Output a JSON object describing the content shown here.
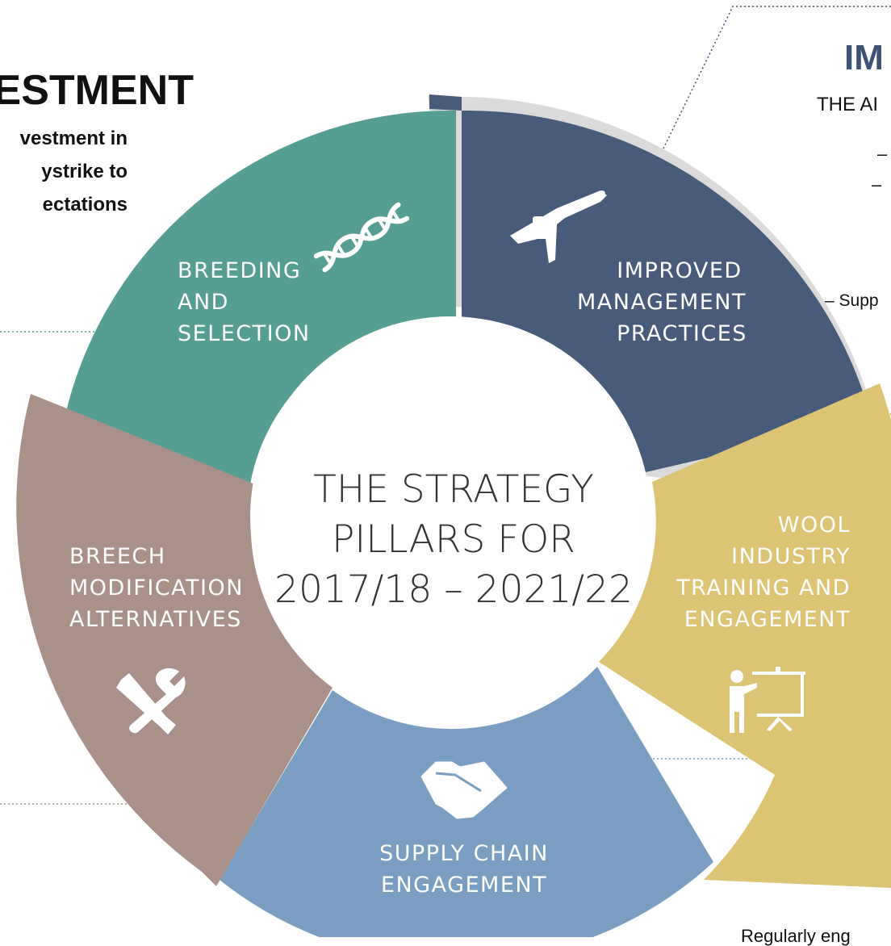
{
  "left_heading": {
    "title": "VESTMENT",
    "lines": [
      "vestment in",
      "ystrike to",
      "ectations"
    ]
  },
  "right_heading": {
    "title": "IM",
    "subtitle": "THE AI",
    "bullets": [
      "–",
      "–"
    ],
    "support_text": "– Supp"
  },
  "bottom_note": "Regularly eng",
  "center": {
    "lines": [
      "THE STRATEGY",
      "PILLARS FOR",
      "2017/18 – 2021/22"
    ]
  },
  "pillars": {
    "breeding": {
      "lines": [
        "BREEDING",
        "AND",
        "SELECTION"
      ],
      "color": "#569e94",
      "icon": "dna-icon"
    },
    "improved": {
      "lines": [
        "IMPROVED",
        "MANAGEMENT",
        "PRACTICES"
      ],
      "color": "#485b7b",
      "icon": "applicator-gun-icon"
    },
    "wool": {
      "lines": [
        "WOOL",
        "INDUSTRY",
        "TRAINING AND",
        "ENGAGEMENT"
      ],
      "color": "#dcc474",
      "icon": "presenter-board-icon"
    },
    "supply": {
      "lines": [
        "SUPPLY CHAIN",
        "ENGAGEMENT"
      ],
      "color": "#7a9ec2",
      "icon": "handshake-icon"
    },
    "breech": {
      "lines": [
        "BREECH",
        "MODIFICATION",
        "ALTERNATIVES"
      ],
      "color": "#a99089",
      "icon": "tools-icon"
    }
  }
}
